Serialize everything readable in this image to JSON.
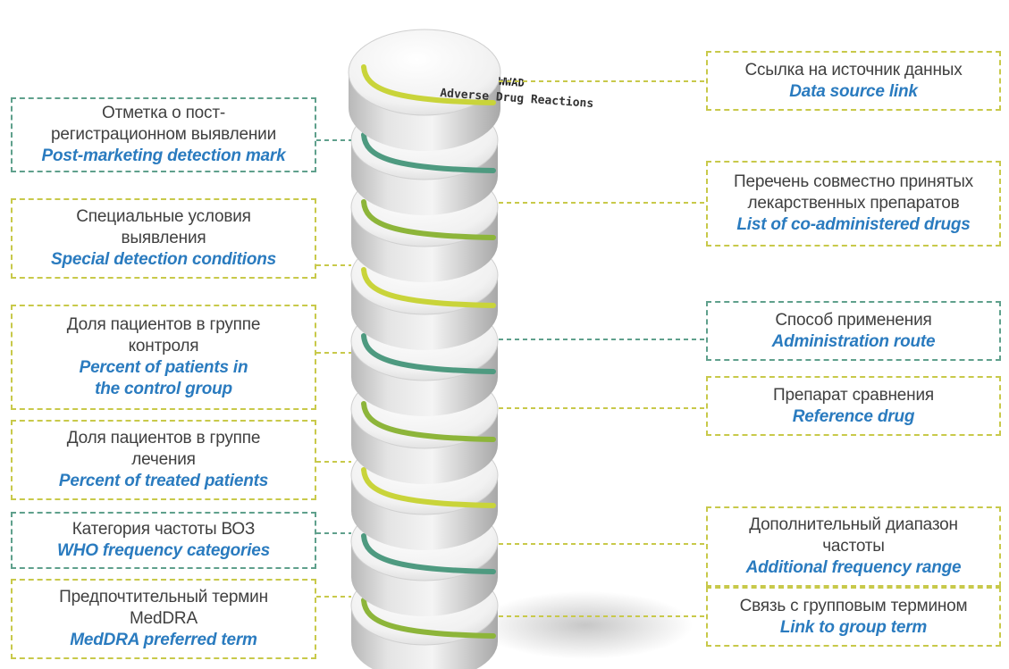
{
  "top_disk": {
    "title": "WWAD",
    "subtitle": "Adverse Drug Reactions"
  },
  "left_labels": [
    {
      "ru": [
        "Отметка о пост-",
        "регистрационном выявлении"
      ],
      "en": [
        "Post-marketing detection mark"
      ],
      "color": "teal"
    },
    {
      "ru": [
        "Специальные условия",
        "выявления"
      ],
      "en": [
        "Special detection conditions"
      ],
      "color": "olive"
    },
    {
      "ru": [
        "Доля пациентов в группе",
        "контроля"
      ],
      "en": [
        "Percent of patients in",
        "the control group"
      ],
      "color": "olive"
    },
    {
      "ru": [
        "Доля пациентов в группе",
        "лечения"
      ],
      "en": [
        "Percent of treated patients"
      ],
      "color": "olive"
    },
    {
      "ru": [
        "Категория частоты ВОЗ"
      ],
      "en": [
        "WHO frequency categories"
      ],
      "color": "teal"
    },
    {
      "ru": [
        "Предпочтительный термин",
        "MedDRA"
      ],
      "en": [
        "MedDRA preferred term"
      ],
      "color": "olive"
    }
  ],
  "right_labels": [
    {
      "ru": [
        "Ссылка на источник данных"
      ],
      "en": [
        "Data source link"
      ],
      "color": "olive"
    },
    {
      "ru": [
        "Перечень совместно принятых",
        "лекарственных препаратов"
      ],
      "en": [
        "List of co-administered drugs"
      ],
      "color": "olive"
    },
    {
      "ru": [
        "Способ применения"
      ],
      "en": [
        "Administration route"
      ],
      "color": "teal"
    },
    {
      "ru": [
        "Препарат сравнения"
      ],
      "en": [
        "Reference drug"
      ],
      "color": "olive"
    },
    {
      "ru": [
        "Дополнительный диапазон",
        "частоты"
      ],
      "en": [
        "Additional frequency range"
      ],
      "color": "olive"
    },
    {
      "ru": [
        "Связь с групповым термином"
      ],
      "en": [
        "Link to group term"
      ],
      "color": "olive"
    }
  ],
  "disk_arcs": [
    "#c9d43a",
    "#4e9a80",
    "#8db53a",
    "#c9d43a",
    "#4e9a80",
    "#8db53a",
    "#c9d43a",
    "#4e9a80",
    "#8db53a"
  ],
  "colors": {
    "olive": "#c8c94a",
    "teal": "#5fa08c",
    "english_text": "#2a7bbf",
    "russian_text": "#404040"
  }
}
